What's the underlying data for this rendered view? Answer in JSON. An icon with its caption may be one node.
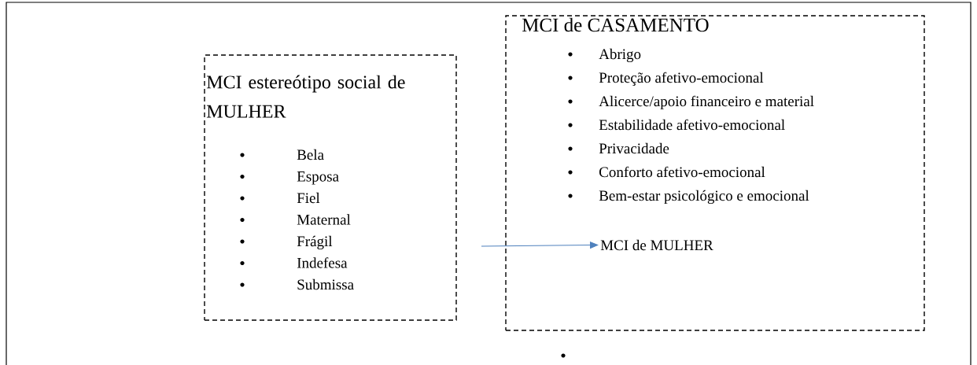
{
  "diagram": {
    "nodes": [
      {
        "text": [
          "MCI estereótipo social de MULHER",
          "Bela",
          "Esposa",
          "Fiel",
          "Maternal",
          "Frágil",
          "Indefesa",
          "Submissa"
        ]
      },
      {
        "text": [
          "MCI de CASAMENTO",
          "Abrigo",
          "Proteção afetivo-emocional",
          "Alicerce/apoio financeiro e material",
          "Estabilidade afetivo-emocional",
          "Privacidade",
          "Conforto afetivo-emocional",
          "Bem-estar psicológico e emocional"
        ]
      },
      {
        "text": [
          "MCI de MULHER"
        ],
        "in": 1
      }
    ],
    "edges": [
      {
        "from": null,
        "to": 2,
        "arrow": "to",
        "color": "#4f81bd"
      }
    ]
  }
}
